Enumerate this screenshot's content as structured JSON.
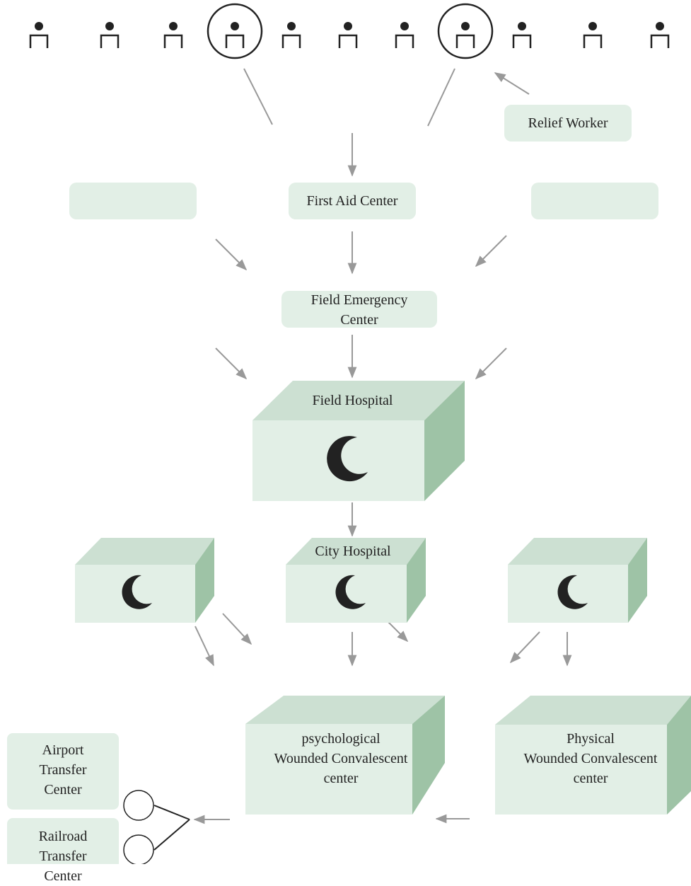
{
  "labels": {
    "relief_worker": "Relief Worker",
    "first_aid_center": "First Aid Center",
    "field_emergency_center": "Field Emergency\nCenter",
    "field_hospital": "Field Hospital",
    "city_hospital": "City Hospital",
    "psychological_center": "psychological\nWounded Convalescent\ncenter",
    "physical_center": "Physical\nWounded Convalescent\ncenter",
    "airport_transfer_center": "Airport\nTransfer\nCenter",
    "railroad_transfer_center": "Railroad\nTransfer\nCenter"
  },
  "colors": {
    "box_fill": "#e2efe6",
    "cube_top": "#cce0d2",
    "cube_side": "#9ec3a6",
    "arrow": "#999999",
    "ink": "#222222"
  },
  "icons": {
    "person": "person-at-desk-icon",
    "crescent": "crescent-moon-icon",
    "transfer": "transfer-circle-icon"
  }
}
